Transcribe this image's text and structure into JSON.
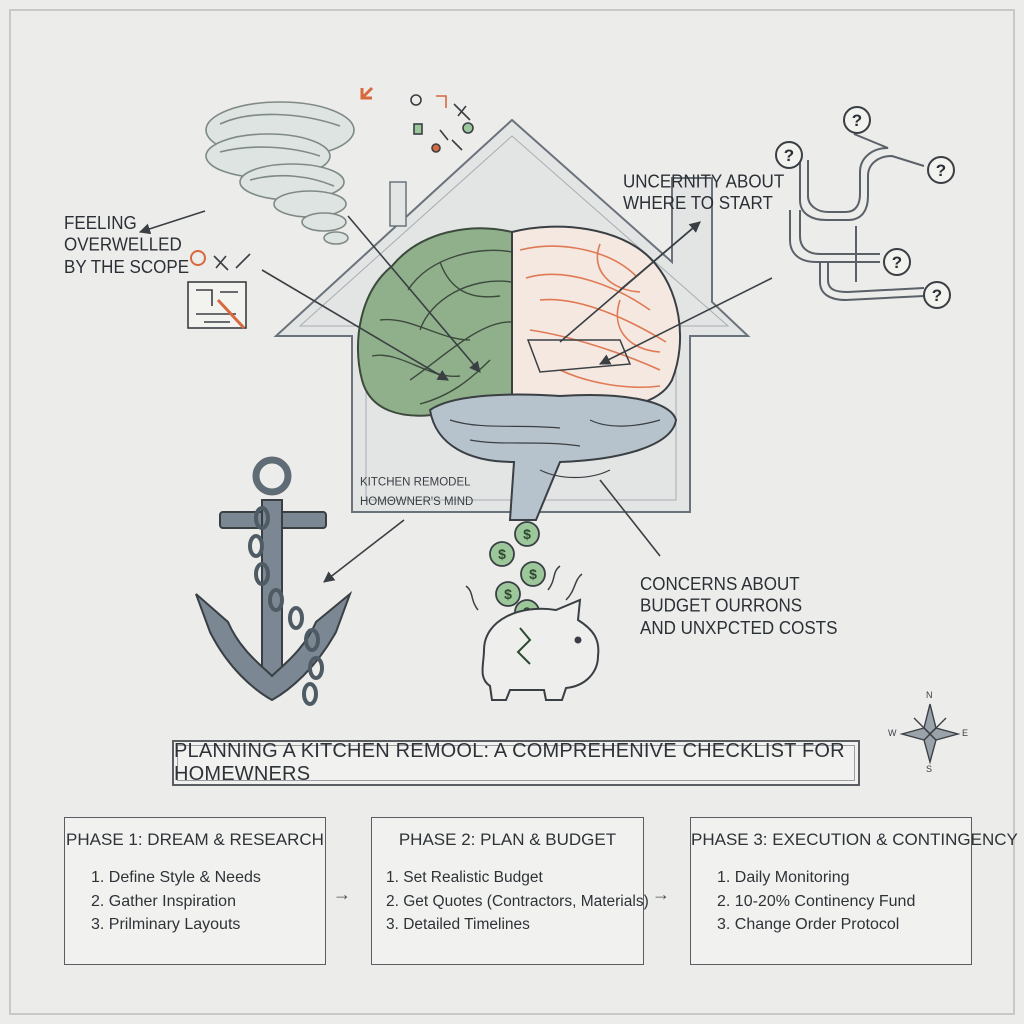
{
  "labels": {
    "overwhelm": [
      "FEELING",
      "OVERWELLED",
      "BY THE SCOPE"
    ],
    "uncertainty": [
      "UNCERNITY ABOUT",
      "WHERE TO START"
    ],
    "budget": [
      "CONCERNS ABOUT",
      "BUDGET OURRONS",
      "AND UNXPCTED COSTS"
    ],
    "center": [
      "KITCHEN REMODEL",
      "HOMΘWNER'S MIND"
    ]
  },
  "compass": {
    "n": "N",
    "s": "S",
    "e": "E",
    "w": "W"
  },
  "title": "PLANNING A KITCHEN REMOOL: A COMPREHENIVE CHECKLIST FOR HOMEWNERS",
  "phases": [
    {
      "title": "PHASE 1: DREAM & RESEARCH",
      "items": [
        "1. Define Style & Needs",
        "2. Gather Inspiration",
        "3. Prilminary Layouts"
      ]
    },
    {
      "title": "PHASE 2: PLAN & BUDGET",
      "items": [
        "1. Set Realistic Budget",
        "2. Get Quotes (Contractors, Materials)",
        "3. Detailed Timelines"
      ]
    },
    {
      "title": "PHASE 3: EXECUTION & CONTINGENCY",
      "items": [
        "1. Daily Monitoring",
        "2. 10-20% Continency Fund",
        "3. Change Order Protocol"
      ]
    }
  ],
  "flow_arrow": "→",
  "colors": {
    "brain_left": "#8fb08a",
    "brain_right": "#e07a55",
    "brain_stem": "#8fa0ad",
    "money": "#9cc79a",
    "anchor": "#6d7b86",
    "accent_orange": "#d8683e",
    "line": "#3a3f44"
  }
}
